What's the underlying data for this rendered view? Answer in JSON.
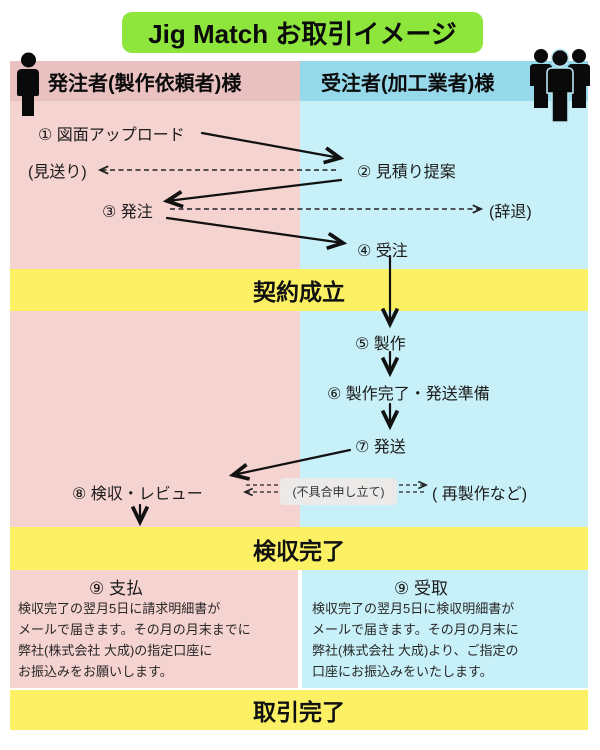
{
  "title": "Jig Match お取引イメージ",
  "parties": {
    "orderer": "発注者(製作依頼者)様",
    "contractor": "受注者(加工業者)様"
  },
  "steps": {
    "upload": "① 図面アップロード",
    "estimate": "② 見積り提案",
    "skip": "(見送り)",
    "order": "③ 発注",
    "decline": "(辞退)",
    "accept": "④ 受注",
    "production": "⑤ 製作",
    "ready": "⑥ 製作完了・発送準備",
    "ship": "⑦ 発送",
    "inspection": "⑧ 検収・レビュー",
    "claim": "(不具合申し立て)",
    "remake": "( 再製作など)",
    "pay": "⑨ 支払",
    "receive": "⑨ 受取"
  },
  "milestones": {
    "contract": "契約成立",
    "inspection_done": "検収完了",
    "transaction_done": "取引完了"
  },
  "payment_notes": {
    "orderer_lines": [
      "検収完了の翌月5日に請求明細書が",
      "メールで届きます。その月の月末までに",
      "弊社(株式会社 大成)の指定口座に",
      "お振込みをお願いします。"
    ],
    "contractor_lines": [
      "検収完了の翌月5日に検収明細書が",
      "メールで届きます。その月の月末に",
      "弊社(株式会社 大成)より、ご指定の",
      "口座にお振込みをいたします。"
    ]
  },
  "colors": {
    "title_bg": "#8ee63c",
    "milestone_bg": "#fcf164",
    "orderer_header_bg": "#eac1c1",
    "orderer_body_bg": "#f5d3d0",
    "contractor_header_bg": "#96d9ea",
    "contractor_body_bg": "#c8f0f8",
    "claim_box_bg": "#eceae8",
    "icon_color": "#0a0a0a",
    "arrow_color": "#111111"
  }
}
